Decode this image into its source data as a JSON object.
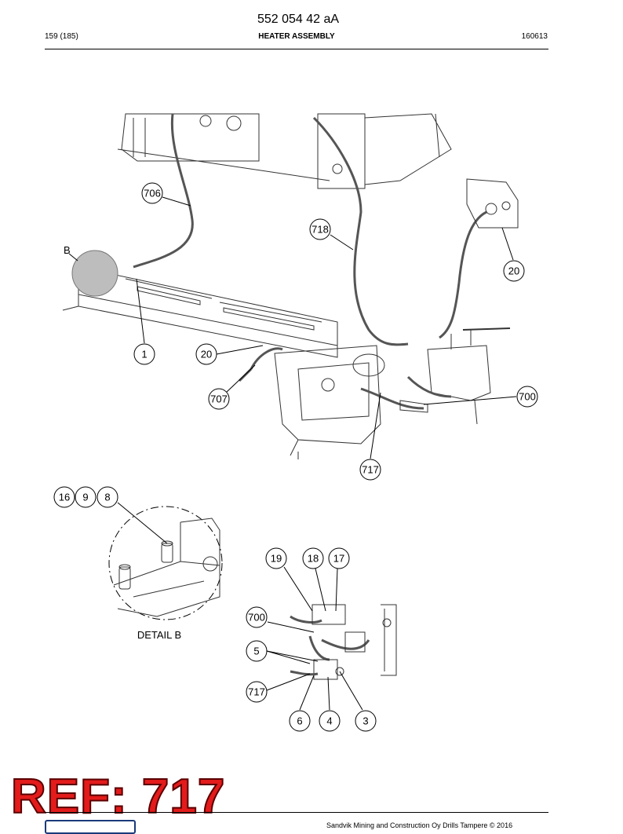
{
  "header": {
    "doc_number": "552 054 42 aA",
    "page": "159 (185)",
    "title": "HEATER ASSEMBLY",
    "code": "160613"
  },
  "detail_label": "B",
  "detail_caption": "DETAIL B",
  "callouts": {
    "c706": "706",
    "c718": "718",
    "c20a": "20",
    "c20b": "20",
    "c1": "1",
    "c707": "707",
    "c700a": "700",
    "c717a": "717",
    "c16": "16",
    "c9": "9",
    "c8": "8",
    "c19": "19",
    "c18": "18",
    "c17": "17",
    "c700b": "700",
    "c5": "5",
    "c717b": "717",
    "c6": "6",
    "c4": "4",
    "c3": "3"
  },
  "stamp": "REF: 717",
  "footer": {
    "copyright": "Sandvik Mining and Construction Oy Drills Tampere © 2016"
  }
}
